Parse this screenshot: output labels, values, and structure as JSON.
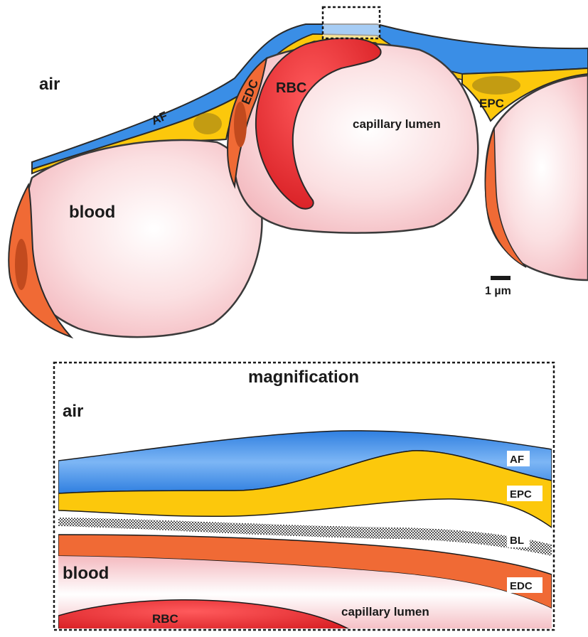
{
  "top": {
    "air": "air",
    "blood": "blood",
    "capillary_lumen": "capillary lumen",
    "rbc": "RBC",
    "edc": "EDC",
    "epc": "EPC",
    "af": "AF",
    "scale_bar": "1 µm"
  },
  "magnification": {
    "title": "magnification",
    "air": "air",
    "blood": "blood",
    "af": "AF",
    "epc": "EPC",
    "bl": "BL",
    "edc": "EDC",
    "rbc": "RBC",
    "capillary_lumen": "capillary lumen"
  },
  "colors": {
    "alveolar_fluid": "#3a8ee6",
    "epithelial_cell": "#fcc80c",
    "endothelial_cell": "#f06a35",
    "red_blood_cell": "#e8272a",
    "plasma": "#f9cfd2",
    "outline": "#2a2a2a"
  }
}
